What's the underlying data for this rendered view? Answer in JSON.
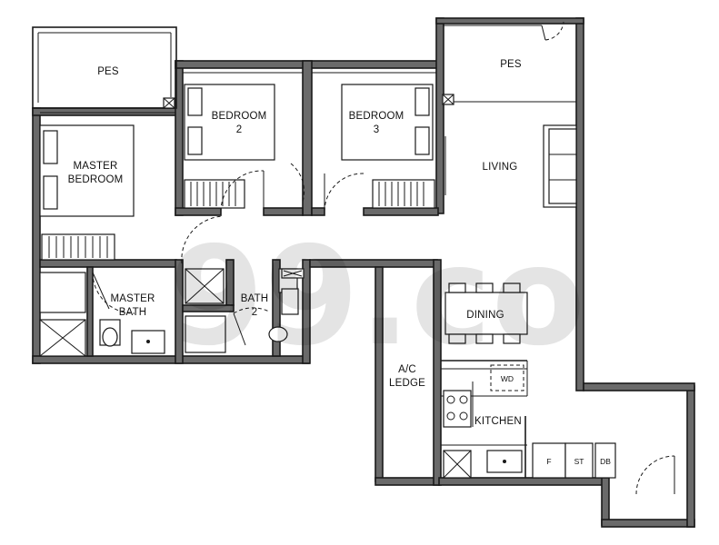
{
  "rooms": {
    "pes_left": "PES",
    "pes_right": "PES",
    "bedroom2_line1": "BEDROOM",
    "bedroom2_line2": "2",
    "bedroom3_line1": "BEDROOM",
    "bedroom3_line2": "3",
    "master_line1": "MASTER",
    "master_line2": "BEDROOM",
    "living": "LIVING",
    "master_bath_line1": "MASTER",
    "master_bath_line2": "BATH",
    "bath2_line1": "BATH",
    "bath2_line2": "2",
    "dining": "DINING",
    "ac_ledge_line1": "A/C",
    "ac_ledge_line2": "LEDGE",
    "kitchen": "KITCHEN"
  },
  "fixtures": {
    "washer_dryer": "WD",
    "fridge": "F",
    "store": "ST",
    "db": "DB"
  },
  "watermark": "99.co",
  "colors": {
    "wall": "#6a6a6a",
    "line": "#1a1a1a",
    "background": "#ffffff"
  }
}
